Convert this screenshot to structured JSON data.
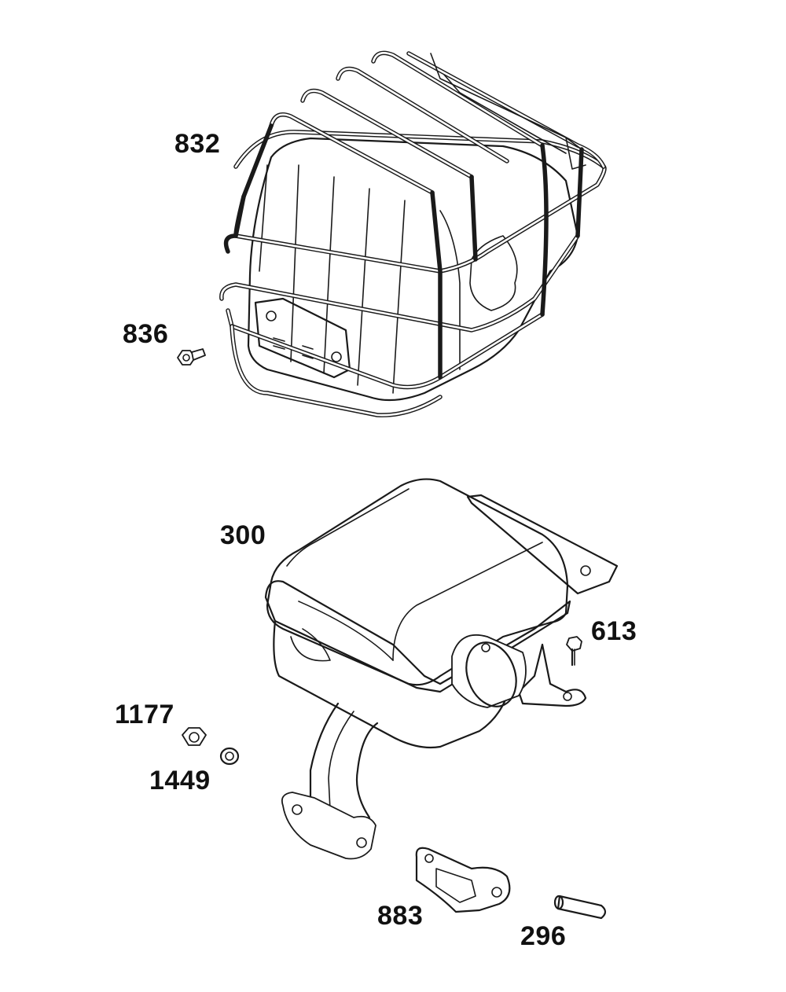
{
  "diagram": {
    "parts": [
      {
        "id": "832",
        "label": "832",
        "name": "muffler-guard"
      },
      {
        "id": "836",
        "label": "836",
        "name": "guard-screw"
      },
      {
        "id": "300",
        "label": "300",
        "name": "muffler"
      },
      {
        "id": "613",
        "label": "613",
        "name": "muffler-screw"
      },
      {
        "id": "1177",
        "label": "1177",
        "name": "nut"
      },
      {
        "id": "1449",
        "label": "1449",
        "name": "lock-washer"
      },
      {
        "id": "883",
        "label": "883",
        "name": "exhaust-gasket"
      },
      {
        "id": "296",
        "label": "296",
        "name": "exhaust-stud"
      }
    ]
  }
}
